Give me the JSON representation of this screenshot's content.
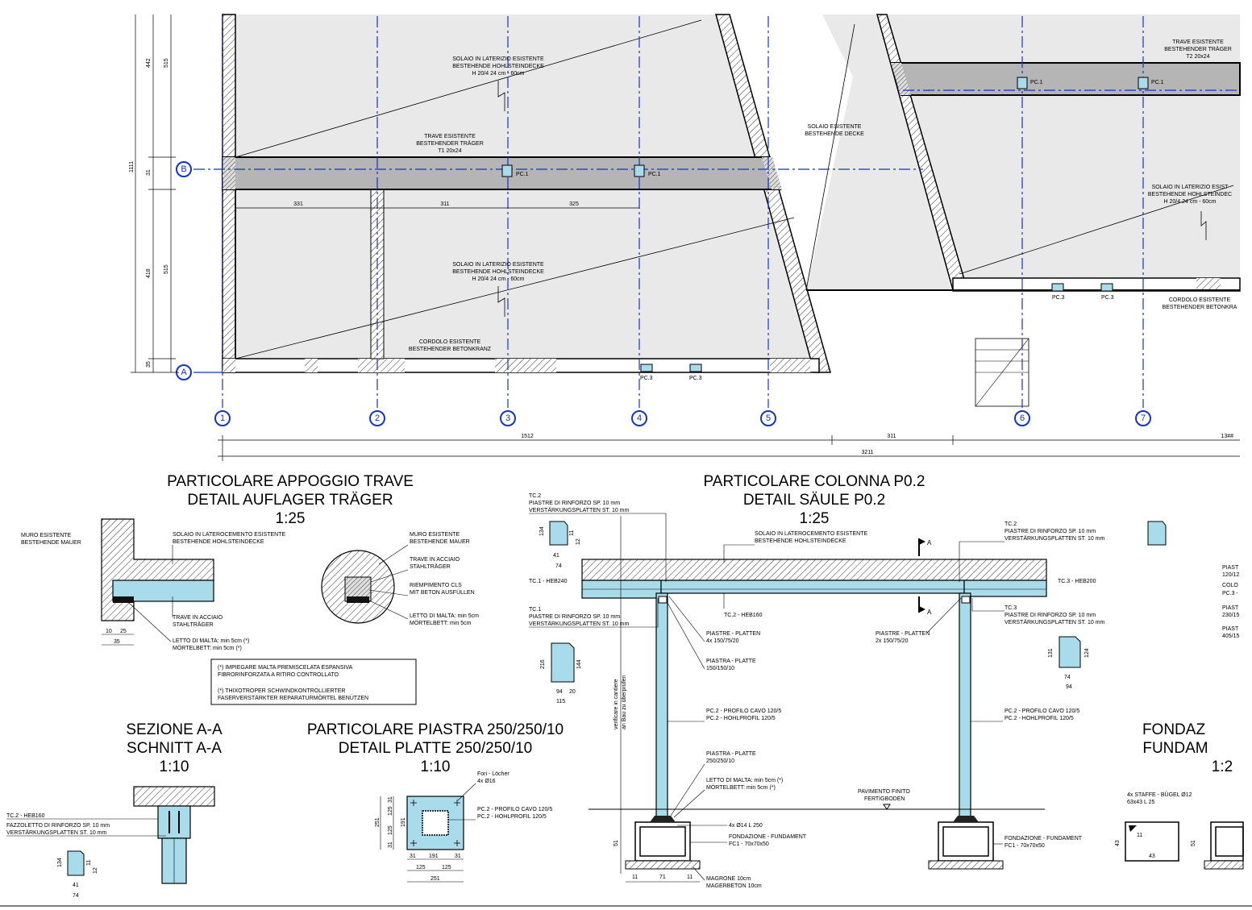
{
  "colors": {
    "steel": "#a8dcea",
    "grid": "#1533c8",
    "slab": "#e9e9e9",
    "beam": "#b5b5b5"
  },
  "axes": {
    "vertical": [
      "1",
      "2",
      "3",
      "4",
      "5",
      "6",
      "7"
    ],
    "horizontal": [
      "A",
      "B"
    ]
  },
  "dims": {
    "left": [
      "442",
      "515",
      "1111",
      "31",
      "418",
      "515",
      "35"
    ],
    "bays": [
      "331",
      "311",
      "325"
    ],
    "bottom_row1": [
      "1512",
      "311",
      "13##"
    ],
    "bottom_row2": "3211"
  },
  "plan_labels": {
    "slab_top": [
      "SOLAIO IN LATERIZIO ESISTENTE",
      "BESTEHENDE HOHLSTEINDECKE",
      "H 20/4 24 cm - 60cm"
    ],
    "beam_left": [
      "TRAVE ESISTENTE",
      "BESTEHENDER TRÄGER",
      "T1 20x24"
    ],
    "slab_mid": [
      "SOLAIO ESISTENTE",
      "BESTEHENDE DECKE"
    ],
    "slab_bottom": [
      "SOLAIO IN LATERIZIO ESISTENTE",
      "BESTEHENDE HOHLSTEINDECKE",
      "H 20/4 24 cm - 60cm"
    ],
    "cordolo_left": [
      "CORDOLO ESISTENTE",
      "BESTEHENDER BETONKRANZ"
    ],
    "beam_right": [
      "TRAVE ESISTENTE",
      "BESTEHENDER TRÄGER",
      "T2 20x24"
    ],
    "slab_right": [
      "SOLAIO IN LATERIZIO ESIST",
      "BESTEHENDE HOHLSTEINDEC",
      "H 20/4 24 cm - 60cm"
    ],
    "cordolo_right": [
      "CORDOLO ESISTENTE",
      "BESTEHENDER BETONKRA"
    ],
    "pc1": "PC.1",
    "pc3": "PC.3"
  },
  "details": {
    "appoggio": {
      "title": [
        "PARTICOLARE APPOGGIO TRAVE",
        "DETAIL AUFLAGER TRÄGER",
        "1:25"
      ],
      "labels": {
        "muro": [
          "MURO ESISTENTE",
          "BESTEHENDE MAUER"
        ],
        "solaio": [
          "SOLAIO IN LATEROCEMENTO ESISTENTE",
          "BESTEHENDE HOHLSTEINDECKE"
        ],
        "trave": [
          "TRAVE IN ACCIAIO",
          "STAHLTRÄGER"
        ],
        "letto": [
          "LETTO DI MALTA: min 5cm (*)",
          "MÖRTELBETT: min 5cm (*)"
        ],
        "muro2": [
          "MURO ESISTENTE",
          "BESTEHENDE MAUER"
        ],
        "trave2": [
          "TRAVE IN ACCIAIO",
          "STAHLTRÄGER"
        ],
        "riempimento": [
          "RIEMPIMENTO CLS",
          "MIT BETON AUSFÜLLEN"
        ],
        "letto2": [
          "LETTO DI MALTA: min 5cm",
          "MÖRTELBETT: min 5cm"
        ]
      },
      "dims": [
        "10",
        "25",
        "35"
      ],
      "note": [
        "(*) IMPIEGARE MALTA PREMISCELATA ESPANSIVA",
        "FIBRORINFORZATA A RITIRO CONTROLLATO",
        "(*) THIXOTROPER SCHWINDKONTROLLIERTER",
        "FASERVERSTÄRKTER REPARATURMÖRTEL BENÜTZEN"
      ]
    },
    "colonna": {
      "title": [
        "PARTICOLARE COLONNA P0.2",
        "DETAIL SÄULE P0.2",
        "1:25"
      ],
      "labels": {
        "tc2_left": [
          "TC.2",
          "PIASTRE DI RINFORZO SP. 10 mm",
          "VERSTÄRKUNGSPLATTEN ST. 10 mm"
        ],
        "tc1_left": [
          "TC.1 - HEB240"
        ],
        "tc1_below": [
          "TC.1",
          "PIASTRE DI RINFORZO SP. 10 mm",
          "VERSTÄRKUNGSPLATTEN ST. 10 mm"
        ],
        "solaio": [
          "SOLAIO IN LATEROCEMENTO ESISTENTE",
          "BESTEHENDE HOHLSTEINDECKE"
        ],
        "tc2_beam": [
          "TC.2 - HEB160"
        ],
        "piastre1": [
          "PIASTRE - PLATTEN",
          "4x 150/75/20"
        ],
        "piastra1": [
          "PIASTRA - PLATTE",
          "150/150/10"
        ],
        "profilo1": [
          "PC.2 - PROFILO CAVO 120/5",
          "PC.2 - HOHLPROFIL 120/5"
        ],
        "piastra2": [
          "PIASTRA - PLATTE",
          "250/250/10"
        ],
        "letto": [
          "LETTO DI MALTA: min 5cm (*)",
          "MÖRTELBETT: min 5cm (*)"
        ],
        "pavimento": [
          "PAVIMENTO FINITO",
          "FERTIGBODEN"
        ],
        "ferri": [
          "4x Ø14 L 250"
        ],
        "fondazione1": [
          "FONDAZIONE - FUNDAMENT",
          "FC1 - 70x70x50"
        ],
        "magrone": [
          "MAGRONE 10cm",
          "MAGERBETON 10cm"
        ],
        "tc2_right": [
          "TC.2",
          "PIASTRE DI RINFORZO SP. 10 mm",
          "VERSTÄRKUNGSPLATTEN ST. 10 mm"
        ],
        "tc3_right": [
          "TC.3 - HEB200"
        ],
        "piastre2": [
          "PIASTRE - PLATTEN",
          "2x 150/75/20"
        ],
        "tc3_below": [
          "TC.3",
          "PIASTRE DI RINFORZO SP. 10 mm",
          "VERSTÄRKUNGSPLATTEN ST. 10 mm"
        ],
        "profilo2": [
          "PC.2 - PROFILO CAVO 120/5",
          "PC.2 - HOHLPROFIL 120/5"
        ],
        "fondazione2": [
          "FONDAZIONE - FUNDAMENT",
          "FC1 - 70x70x50"
        ],
        "verticale": [
          "verificare in cantiere",
          "an Bau zu überprüfen"
        ],
        "section_mark": "A"
      },
      "dims": [
        "134",
        "11",
        "12",
        "41",
        "74",
        "216",
        "144",
        "94",
        "115",
        "20",
        "131",
        "124",
        "74",
        "94",
        "51",
        "11",
        "71",
        "11"
      ]
    },
    "sezione": {
      "title": [
        "SEZIONE A-A",
        "SCHNITT A-A",
        "1:10"
      ],
      "labels": {
        "tc2": [
          "TC.2 - HEB160"
        ],
        "fazzoletto": [
          "FAZZOLETTO DI RINFORZO SP. 10 mm",
          "VERSTÄRKUNGSPLATTEN ST. 10 mm"
        ]
      },
      "dims": [
        "134",
        "11",
        "12",
        "41",
        "74"
      ]
    },
    "piastra": {
      "title": [
        "PARTICOLARE PIASTRA 250/250/10",
        "DETAIL PLATTE 250/250/10",
        "1:10"
      ],
      "labels": {
        "fori": [
          "Fori - Löcher",
          "4x Ø16"
        ],
        "profilo": [
          "PC.2 - PROFILO CAVO 120/5",
          "PC.2 - HOHLPROFIL 120/5"
        ]
      },
      "dims": [
        "31",
        "125",
        "125",
        "31",
        "251",
        "191",
        "31",
        "191",
        "31",
        "125",
        "125",
        "251"
      ]
    },
    "fondazione": {
      "title": [
        "FONDAZ",
        "FUNDAM",
        "1:2"
      ],
      "labels": {
        "staffe": [
          "4x STAFFE - BÜGEL Ø12",
          "63x43 L 25"
        ]
      },
      "dims": [
        "43",
        "43",
        "11",
        "51"
      ]
    },
    "right_cut": [
      "PIAST",
      "120/12",
      "PC.3 -",
      "COLO",
      "PIAST",
      "230/15",
      "PIAST",
      "405/15"
    ]
  }
}
